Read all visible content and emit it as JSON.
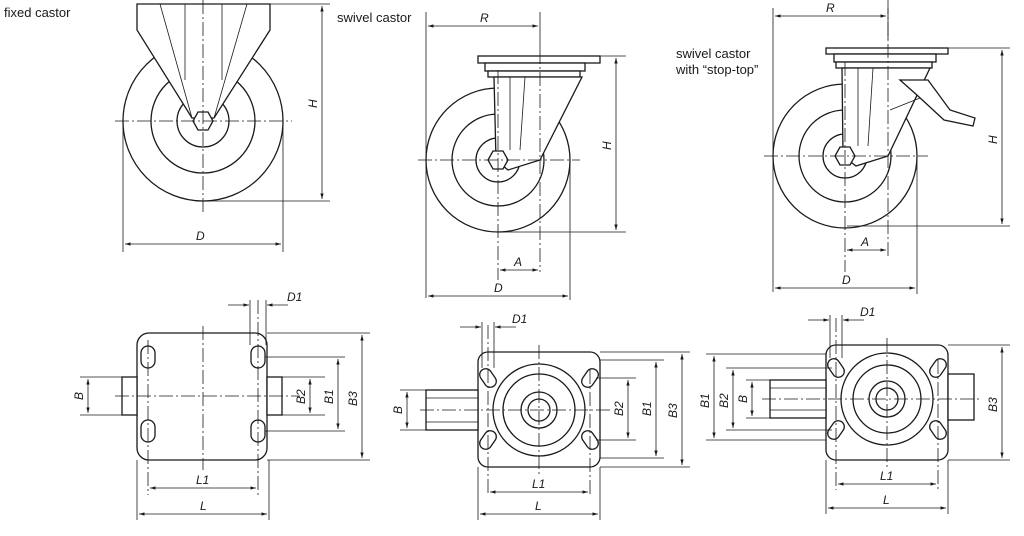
{
  "captions": {
    "fixed": "fixed castor",
    "swivel": "swivel castor",
    "stop_line1": "swivel castor",
    "stop_line2": "with “stop-top”"
  },
  "dims": {
    "H": "H",
    "D": "D",
    "R": "R",
    "A": "A",
    "D1": "D1",
    "B": "B",
    "B1": "B1",
    "B2": "B2",
    "B3": "B3",
    "L": "L",
    "L1": "L1"
  }
}
